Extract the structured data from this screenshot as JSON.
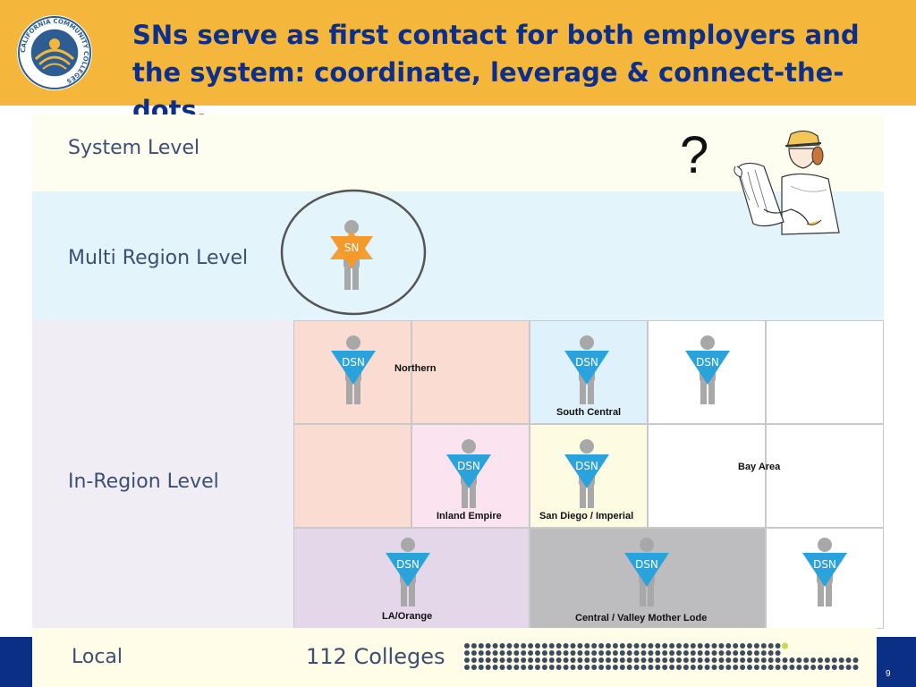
{
  "slide": {
    "title": "SNs serve as first contact for both employers and the system:  coordinate, leverage & connect-the-dots.",
    "logo_text": "CALIFORNIA COMMUNITY COLLEGES",
    "page_number": "9",
    "question_mark": "?"
  },
  "levels": {
    "system": "System Level",
    "multi_region": "Multi Region Level",
    "in_region": "In-Region Level",
    "local": "Local",
    "local_count": "112 Colleges"
  },
  "badges": {
    "sn": "SN",
    "dsn": "DSN"
  },
  "regions": {
    "northern": "Northern",
    "south_central": "South Central",
    "bay_area": "Bay Area",
    "inland_empire": "Inland Empire",
    "san_diego": "San Diego / Imperial",
    "la_orange": "LA/Orange",
    "central_valley": "Central / Valley Mother Lode"
  },
  "colors": {
    "header": "#f5b63c",
    "title": "#0b2f8a",
    "sn_badge": "#f39a2b",
    "dsn_badge": "#2aa3dc",
    "footer": "#0c2f86"
  }
}
